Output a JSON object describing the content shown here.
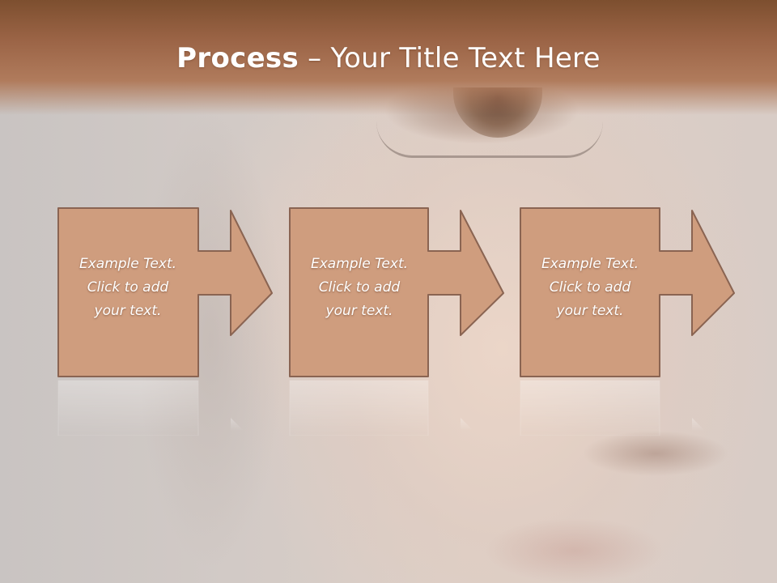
{
  "slide": {
    "title_bold": "Process",
    "title_rest": " – Your Title Text Here"
  },
  "steps": [
    {
      "line1": "Example Text.",
      "line2": "Click  to add",
      "line3": "your text."
    },
    {
      "line1": "Example Text.",
      "line2": "Click  to add",
      "line3": "your text."
    },
    {
      "line1": "Example Text.",
      "line2": "Click  to add",
      "line3": "your text."
    }
  ],
  "colors": {
    "box_fill": "#cf9d7e",
    "box_stroke": "#8a6452",
    "title_bar": "#9b6446"
  }
}
